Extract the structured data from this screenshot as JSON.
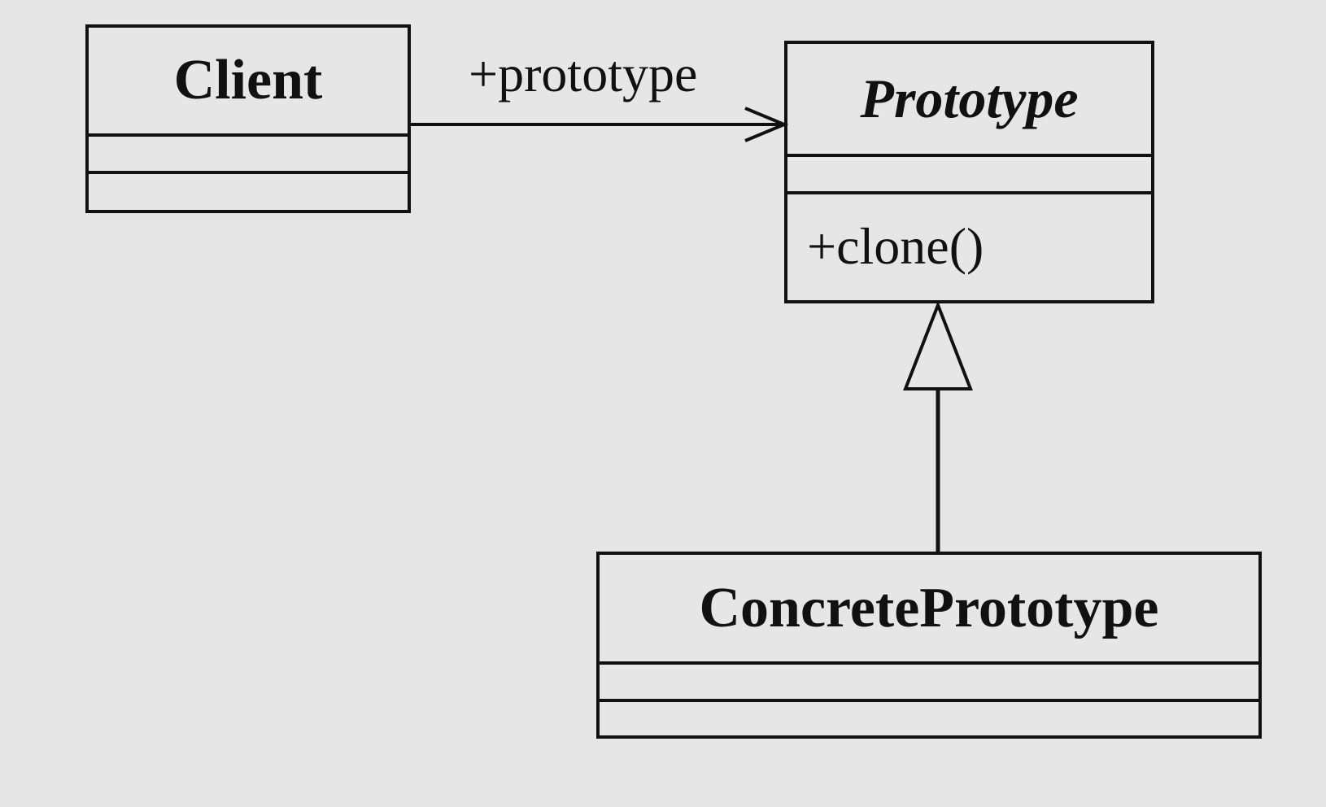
{
  "classes": {
    "client": {
      "name": "Client",
      "attributes": "",
      "operations": ""
    },
    "prototype": {
      "name": "Prototype",
      "abstract": true,
      "attributes": "",
      "operations": "+clone()"
    },
    "concrete_prototype": {
      "name": "ConcretePrototype",
      "attributes": "",
      "operations": ""
    }
  },
  "relationships": {
    "association": {
      "from": "Client",
      "to": "Prototype",
      "label": "+prototype"
    },
    "generalization": {
      "from": "ConcretePrototype",
      "to": "Prototype"
    }
  },
  "colors": {
    "background": "#e6e6e6",
    "stroke": "#111111"
  }
}
